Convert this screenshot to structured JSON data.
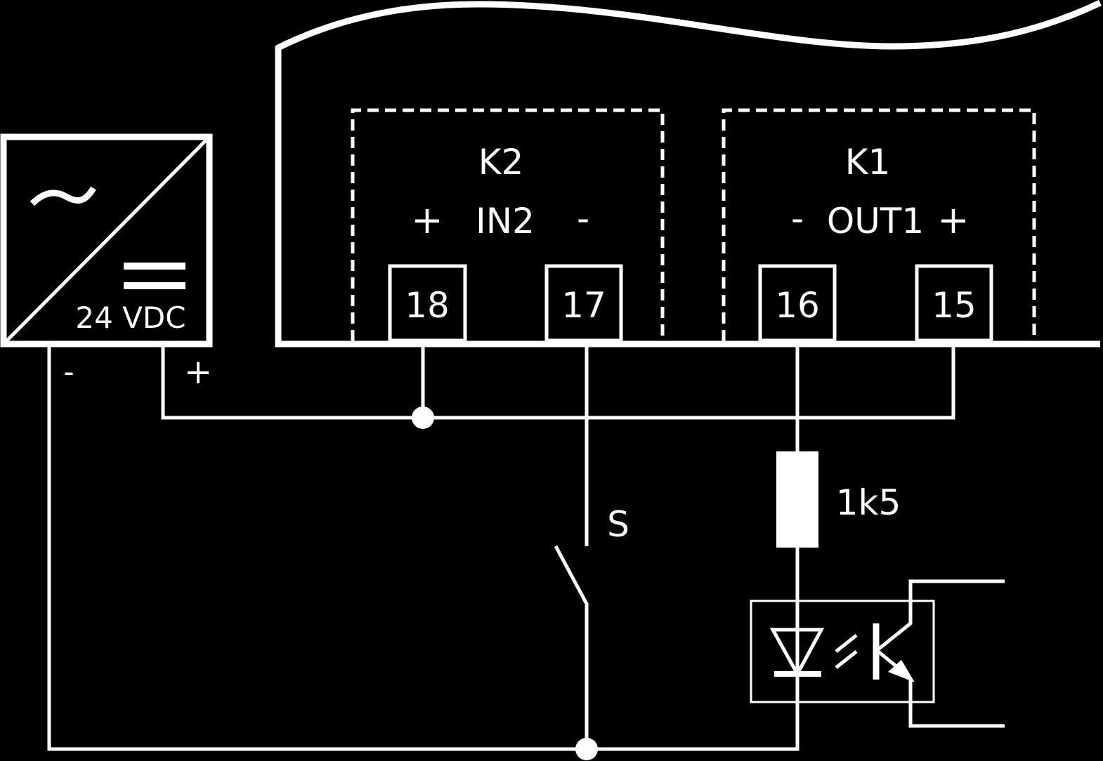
{
  "colors": {
    "background": "#000000",
    "stroke": "#ffffff"
  },
  "power_supply": {
    "ac_symbol": "~",
    "voltage_label": "24 VDC",
    "minus_label": "-",
    "plus_label": "+"
  },
  "k2": {
    "title": "K2",
    "plus_sign": "+",
    "channel": "IN2",
    "minus_sign": "-",
    "terminal_a": "18",
    "terminal_b": "17"
  },
  "k1": {
    "title": "K1",
    "minus_sign": "-",
    "channel": "OUT1",
    "plus_sign": "+",
    "terminal_a": "16",
    "terminal_b": "15"
  },
  "switch": {
    "label": "S"
  },
  "resistor": {
    "label": "1k5"
  },
  "optocoupler": {
    "icon": "optocoupler-icon"
  }
}
